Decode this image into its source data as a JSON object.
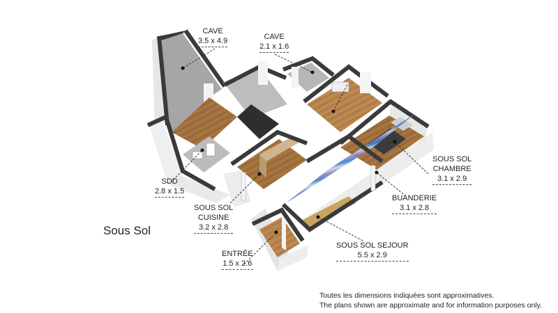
{
  "floor_title": "Sous Sol",
  "rooms": {
    "cave1": {
      "name": "CAVE",
      "dim": "3.5 x 4.9"
    },
    "cave2": {
      "name": "CAVE",
      "dim": "2.1 x 1.6"
    },
    "sdd": {
      "name": "SDD",
      "dim": "2.8 x 1.5"
    },
    "cuisine": {
      "name_line1": "SOUS SOL",
      "name_line2": "CUISINE",
      "dim": "3.2 x 2.8"
    },
    "entree": {
      "name": "ENTRÉE",
      "dim": "1.5 x 2.6"
    },
    "sejour": {
      "name": "SOUS SOL SEJOUR",
      "dim": "5.5 x 2.9"
    },
    "buanderie": {
      "name": "BUANDERIE",
      "dim": "3.1 x 2.8"
    },
    "chambre": {
      "name_line1": "SOUS SOL",
      "name_line2": "CHAMBRE",
      "dim": "3.1 x 2.9"
    }
  },
  "disclaimer": {
    "line1": "Toutes les dimensions indiquées sont approximatives.",
    "line2": "The plans shown are approximate and for information purposes only."
  },
  "colors": {
    "wall_top": "#3a3a3a",
    "wall_side": "#ececec",
    "floor_wood": "#9a6a3c",
    "floor_wood_light": "#b07d48",
    "floor_gray": "#a6a6a6",
    "tile_blue": "#3f7fc4",
    "tile_purple": "#8a86c0",
    "tile_light": "#c9d3e6"
  }
}
